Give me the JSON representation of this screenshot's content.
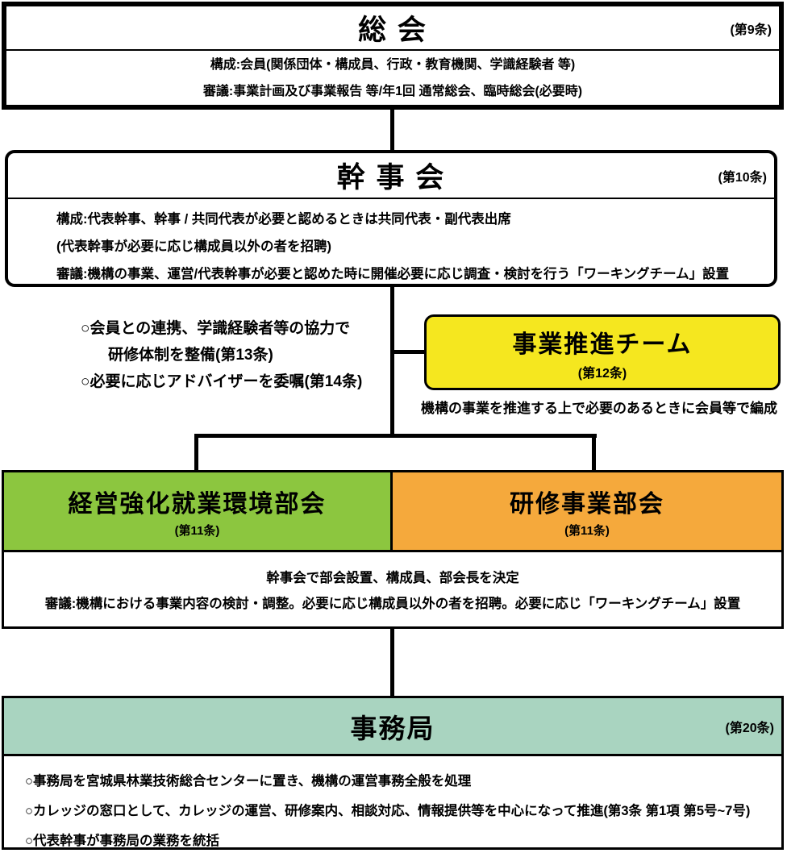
{
  "colors": {
    "yellow": "#f5e71f",
    "green": "#8cc63f",
    "orange": "#f5a93c",
    "teal": "#a9d4c0",
    "line": "#000000"
  },
  "soukai": {
    "title": "総 会",
    "article": "(第9条)",
    "lines": [
      "構成:会員(関係団体・構成員、行政・教育機関、学識経験者 等)",
      "審議:事業計画及び事業報告 等/年1回 通常総会、臨時総会(必要時)"
    ]
  },
  "kanjikai": {
    "title": "幹 事 会",
    "article": "(第10条)",
    "lines": [
      "構成:代表幹事、幹事 / 共同代表が必要と認めるときは共同代表・副代表出席",
      "(代表幹事が必要に応じ構成員以外の者を招聘)",
      "審議:機構の事業、運営/代表幹事が必要と認めた時に開催必要に応じ調査・検討を行う「ワーキングチーム」設置"
    ]
  },
  "side_note": {
    "lines": [
      "○会員との連携、学識経験者等の協力で",
      "研修体制を整備(第13条)",
      "○必要に応じアドバイザーを委嘱(第14条)"
    ]
  },
  "suishin_team": {
    "title": "事業推進チーム",
    "article": "(第12条)",
    "caption": "機構の事業を推進する上で必要のあるときに会員等で編成"
  },
  "bukai": {
    "left": {
      "title": "経営強化就業環境部会",
      "article": "(第11条)"
    },
    "right": {
      "title": "研修事業部会",
      "article": "(第11条)"
    },
    "lines": [
      "幹事会で部会設置、構成員、部会長を決定",
      "審議:機構における事業内容の検討・調整。必要に応じ構成員以外の者を招聘。必要に応じ「ワーキングチーム」設置"
    ]
  },
  "jimukyoku": {
    "title": "事務局",
    "article": "(第20条)",
    "lines": [
      "○事務局を宮城県林業技術総合センターに置き、機構の運営事務全般を処理",
      "○カレッジの窓口として、カレッジの運営、研修案内、相談対応、情報提供等を中心になって推進(第3条 第1項 第5号~7号)",
      "○代表幹事が事務局の業務を統括"
    ]
  }
}
